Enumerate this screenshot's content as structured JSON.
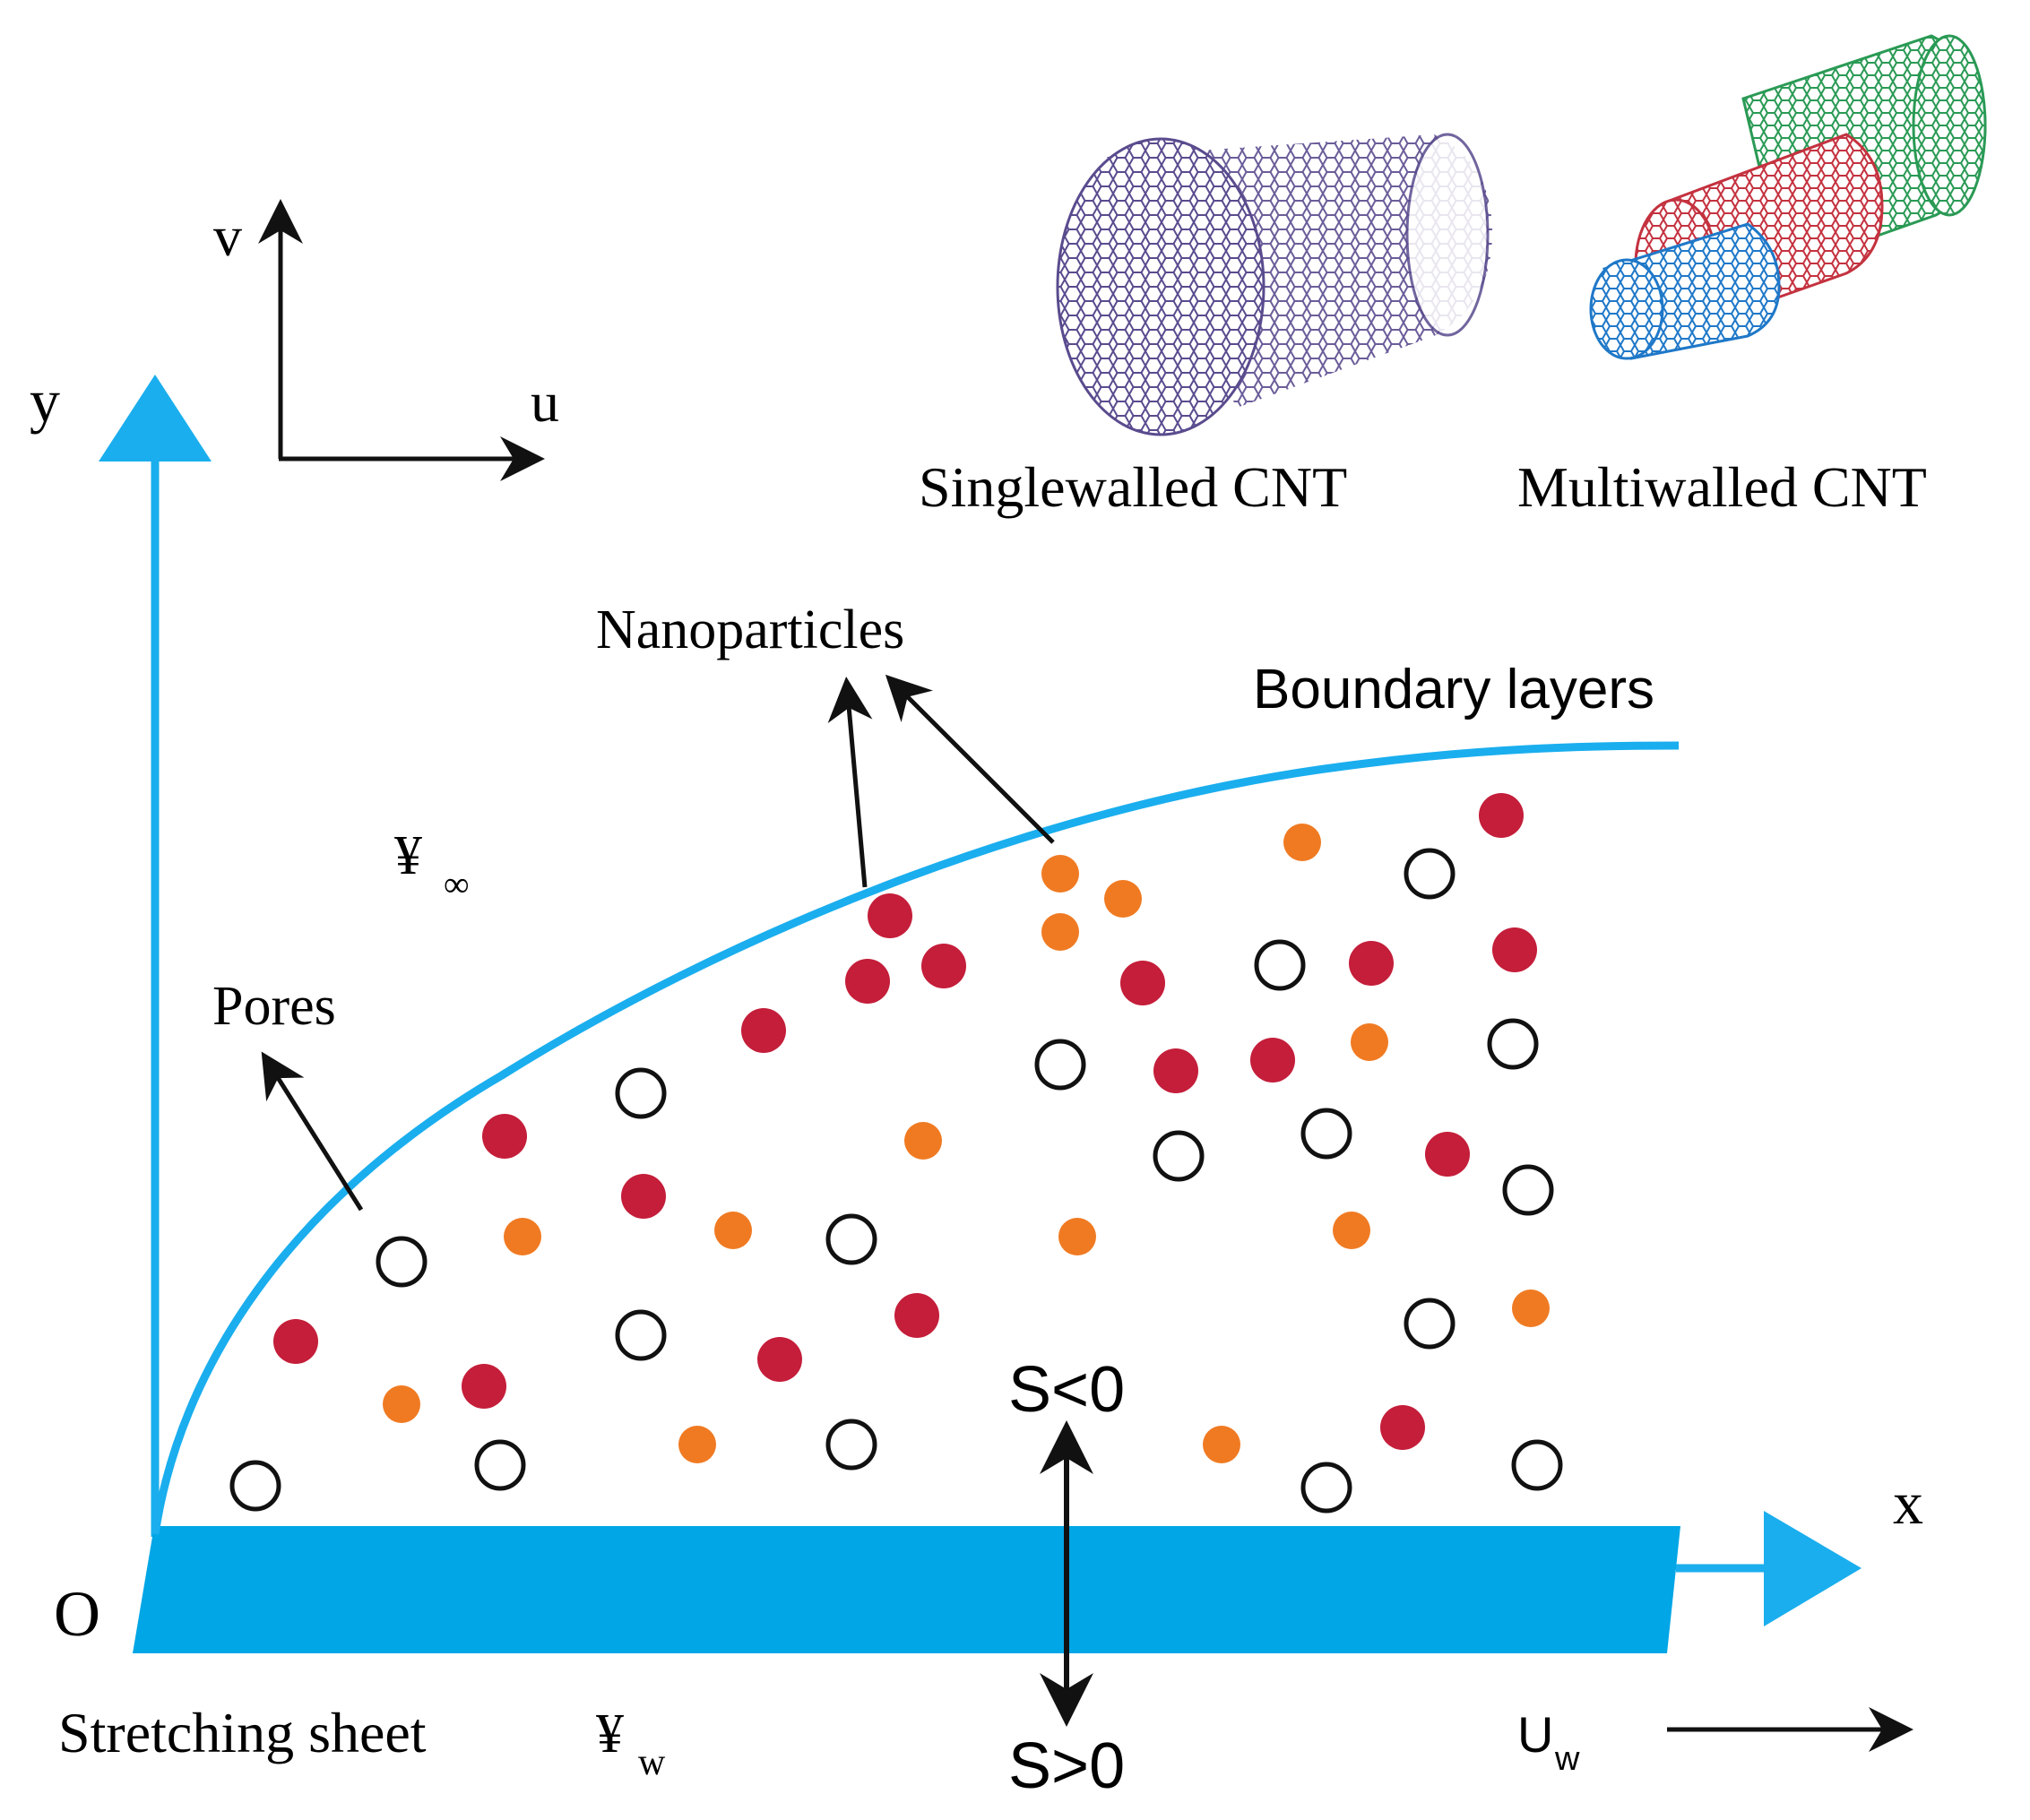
{
  "colors": {
    "flow_blue": "#1aaeee",
    "sheet_blue": "#00a6e6",
    "nanoparticle_red": "#c41e3a",
    "nanoparticle_orange": "#f07a22",
    "pore_outline": "#111111",
    "arrow": "#111111",
    "cnt_single": "#5a4b8e",
    "cnt_multi_outer": "#2a9a55",
    "cnt_multi_mid": "#c4323f",
    "cnt_multi_inner": "#1f78c8"
  },
  "labels": {
    "v": "v",
    "u": "u",
    "y": "y",
    "x": "x",
    "origin": "O",
    "single_cnt": "Singlewalled CNT",
    "multi_cnt": "Multiwalled CNT",
    "nanoparticles": "Nanoparticles",
    "boundary_layers": "Boundary layers",
    "pores": "Pores",
    "stretching_sheet": "Stretching sheet",
    "psi_symbol": "¥",
    "inf_sub": "∞",
    "w_sub": "w",
    "U": "U",
    "s_neg": "S<0",
    "s_pos": "S>0"
  }
}
